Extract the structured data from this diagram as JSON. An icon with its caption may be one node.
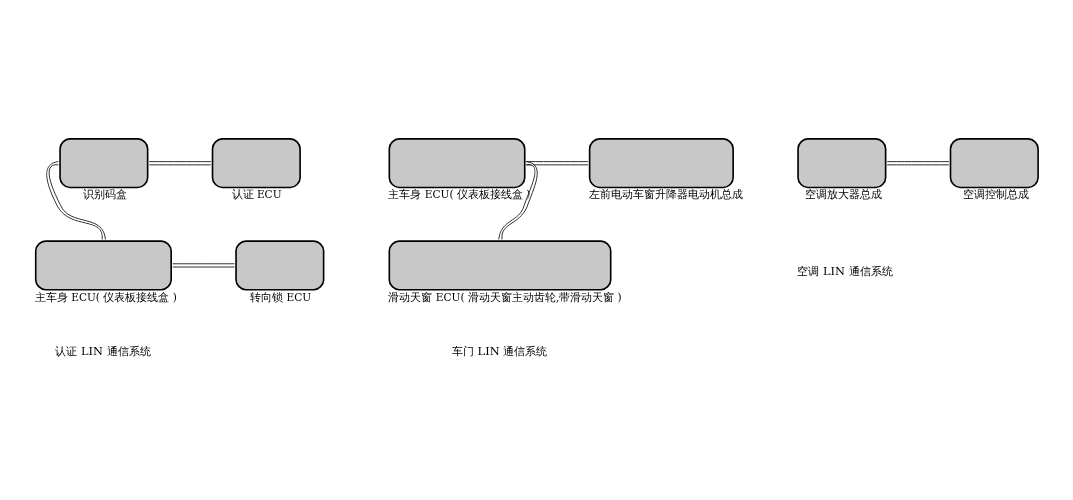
{
  "diagram": {
    "nodes": [
      {
        "text": [
          "识别码盒"
        ]
      },
      {
        "text": [
          "认证 ECU"
        ]
      },
      {
        "text": [
          "主车身 ECU( 仪表板接线盒 )"
        ]
      },
      {
        "text": [
          "转向锁 ECU"
        ]
      },
      {
        "text": [
          "主车身 ECU( 仪表板接线盒 )"
        ]
      },
      {
        "text": [
          "左前电动车窗升降器电动机总成"
        ]
      },
      {
        "text": [
          "滑动天窗 ECU( 滑动天窗主动齿轮,带滑动天窗 )"
        ]
      },
      {
        "text": [
          "空调放大器总成"
        ]
      },
      {
        "text": [
          "空调控制总成"
        ]
      }
    ],
    "edges": [
      {
        "from": 0,
        "to": 1,
        "arrow": "none"
      },
      {
        "from": 2,
        "to": 3,
        "arrow": "none"
      },
      {
        "from": 0,
        "to": 2,
        "arrow": "none"
      },
      {
        "from": 4,
        "to": 5,
        "arrow": "none"
      },
      {
        "from": 4,
        "to": 6,
        "arrow": "none"
      },
      {
        "from": 7,
        "to": 8,
        "arrow": "none"
      }
    ],
    "labels": [
      "认证 LIN 通信系统",
      "车门 LIN 通信系统",
      "空调 LIN 通信系统"
    ]
  }
}
